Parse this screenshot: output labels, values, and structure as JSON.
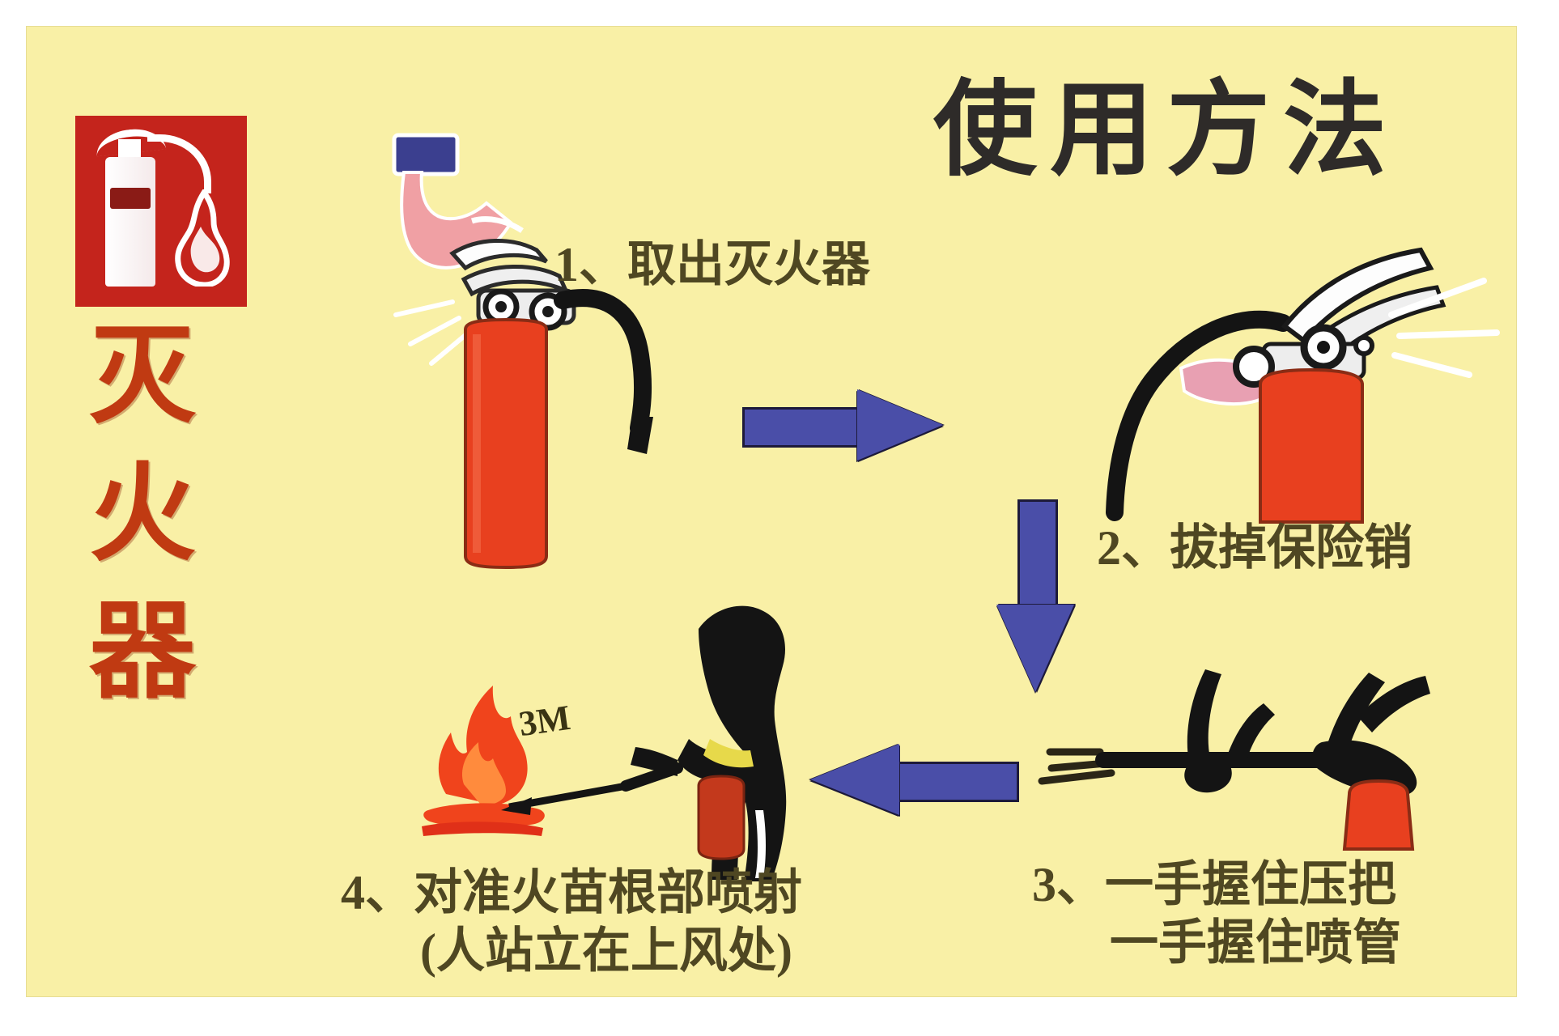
{
  "poster": {
    "background_color": "#f9f0a6",
    "heading": "使用方法",
    "vertical_title": [
      "灭",
      "火",
      "器"
    ],
    "vertical_title_color": "#c03a12",
    "badge": {
      "icon_name": "fire-extinguisher-sign",
      "background_color": "#c4241c"
    },
    "steps": [
      {
        "number": "1",
        "text": "1、取出灭火器",
        "illustration": "hand-lifting-red-fire-extinguisher"
      },
      {
        "number": "2",
        "text": "2、拔掉保险销",
        "illustration": "hand-pulling-safety-pin"
      },
      {
        "number": "3",
        "line1": "3、一手握住压把",
        "line2": "一手握住喷管",
        "illustration": "two-hands-gripping-handle-and-nozzle"
      },
      {
        "number": "4",
        "line1": "4、对准火苗根部喷射",
        "line2": "(人站立在上风处)",
        "illustration": "person-spraying-fire-base"
      }
    ],
    "arrows": [
      {
        "name": "arrow-right",
        "direction": "right",
        "color": "#4a4ea8"
      },
      {
        "name": "arrow-down",
        "direction": "down",
        "color": "#4a4ea8"
      },
      {
        "name": "arrow-left",
        "direction": "left",
        "color": "#4a4ea8"
      }
    ],
    "distance_label": "3M",
    "extinguisher_color": "#e8401f",
    "sleeve_color": "#3b3f8f",
    "skin_color": "#f0a0a4"
  }
}
